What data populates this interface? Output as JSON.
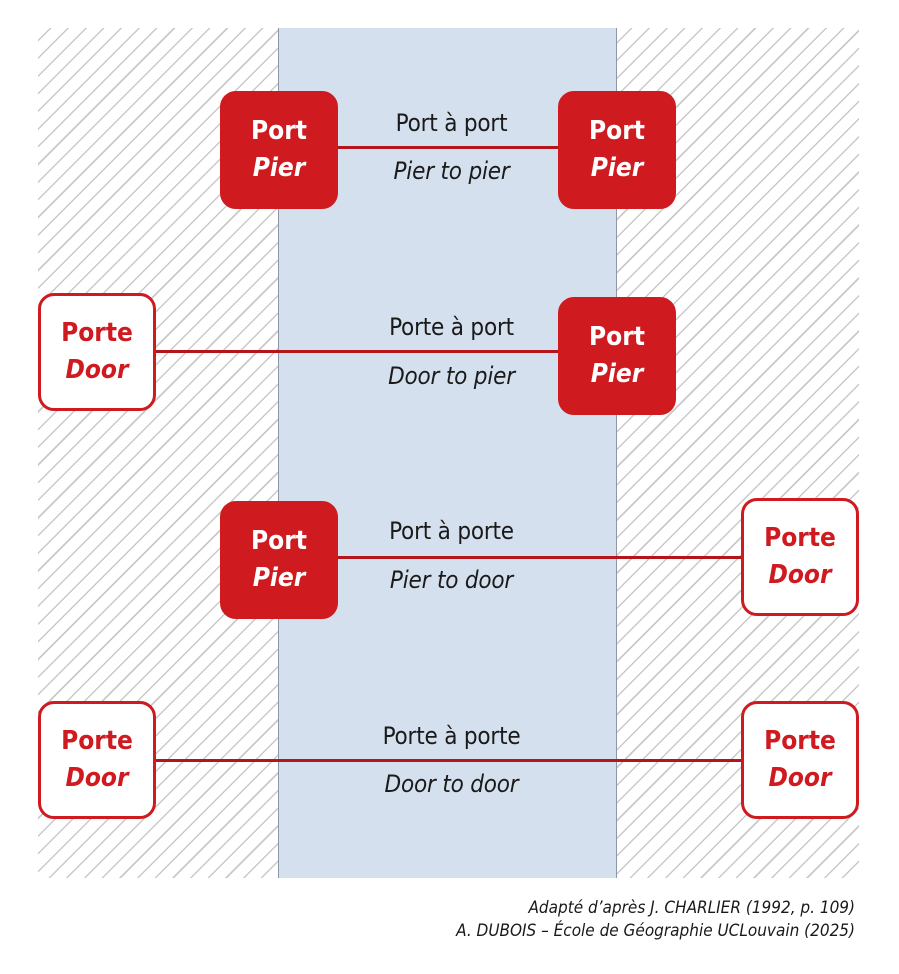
{
  "colors": {
    "accent_red": "#cf1a20",
    "sea_blue": "#d5e0ee",
    "hatch_grey": "#c9c9c9"
  },
  "rows": [
    {
      "label_fr": "Port à port",
      "label_en": "Pier to pier",
      "left": {
        "fr": "Port",
        "en": "Pier",
        "kind": "pier"
      },
      "right": {
        "fr": "Port",
        "en": "Pier",
        "kind": "pier"
      }
    },
    {
      "label_fr": "Porte à port",
      "label_en": "Door to pier",
      "left": {
        "fr": "Porte",
        "en": "Door",
        "kind": "door"
      },
      "right": {
        "fr": "Port",
        "en": "Pier",
        "kind": "pier"
      }
    },
    {
      "label_fr": "Port à porte",
      "label_en": "Pier to door",
      "left": {
        "fr": "Port",
        "en": "Pier",
        "kind": "pier"
      },
      "right": {
        "fr": "Porte",
        "en": "Door",
        "kind": "door"
      }
    },
    {
      "label_fr": "Porte à porte",
      "label_en": "Door to door",
      "left": {
        "fr": "Porte",
        "en": "Door",
        "kind": "door"
      },
      "right": {
        "fr": "Porte",
        "en": "Door",
        "kind": "door"
      }
    }
  ],
  "source": {
    "line1": "Adapté d’après J. CHARLIER (1992, p. 109)",
    "line2": "A. DUBOIS – École de Géographie UCLouvain (2025)"
  }
}
